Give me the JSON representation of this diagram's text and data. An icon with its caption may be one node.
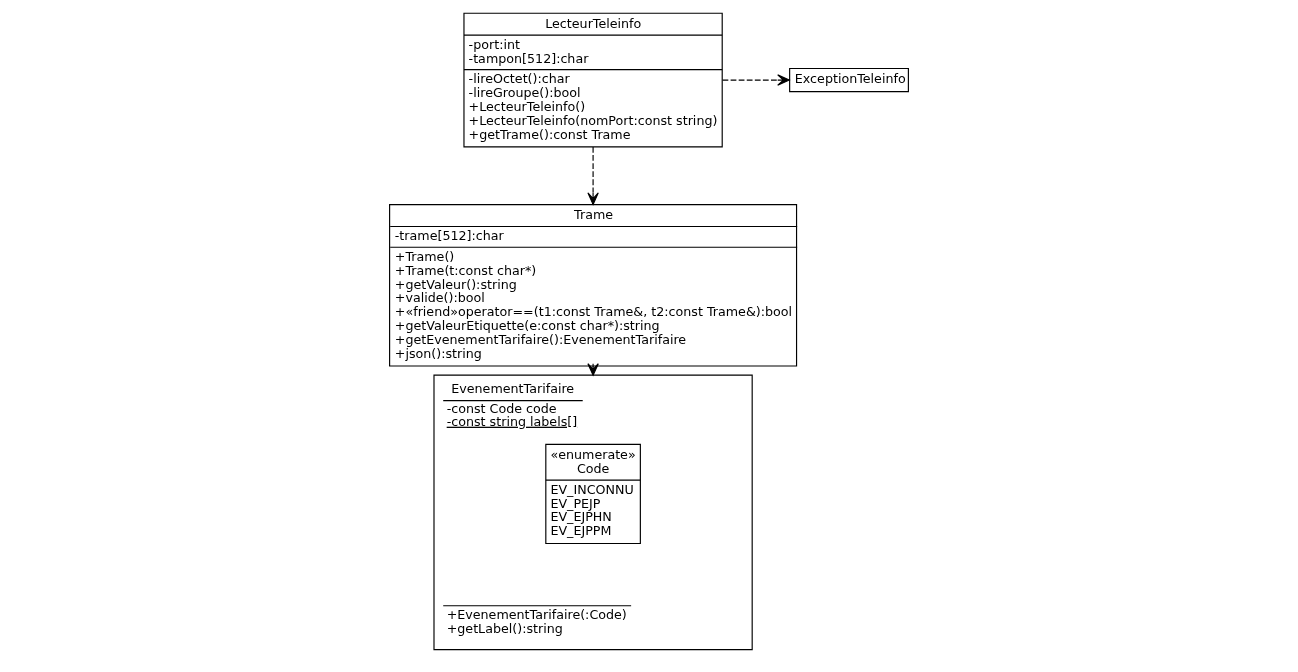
{
  "diagram": {
    "nodes": [
      {
        "text": [
          "LecteurTeleinfo",
          "-port:int",
          "-tampon[512]:char",
          "-lireOctet():char",
          "-lireGroupe():bool",
          "+LecteurTeleinfo()",
          "+LecteurTeleinfo(nomPort:const string)",
          "+getTrame():const Trame"
        ]
      },
      {
        "text": [
          "ExceptionTeleinfo"
        ]
      },
      {
        "text": [
          "Trame",
          "-trame[512]:char",
          "+Trame()",
          "+Trame(t:const char*)",
          "+getValeur():string",
          "+valide():bool",
          "+«friend»operator==(t1:const Trame&, t2:const Trame&):bool",
          "+getValeurEtiquette(e:const char*):string",
          "+getEvenementTarifaire():EvenementTarifaire",
          "+json():string"
        ]
      },
      {
        "text": [
          "EvenementTarifaire",
          "-const Code code",
          "-const string labels[]",
          "+EvenementTarifaire(:Code)",
          "+getLabel():string"
        ]
      },
      {
        "text": [
          "«enumerate»",
          "Code",
          "EV_INCONNU",
          "EV_PEJP",
          "EV_EJPHN",
          "EV_EJPPM"
        ],
        "in": 3
      }
    ],
    "edges": [
      {
        "from": 0,
        "to": 1,
        "arrow": "to",
        "style": "dashed"
      },
      {
        "from": 0,
        "to": 2,
        "arrow": "to",
        "style": "dashed"
      },
      {
        "from": 2,
        "to": 3,
        "arrow": "to",
        "style": "dashed"
      }
    ]
  }
}
